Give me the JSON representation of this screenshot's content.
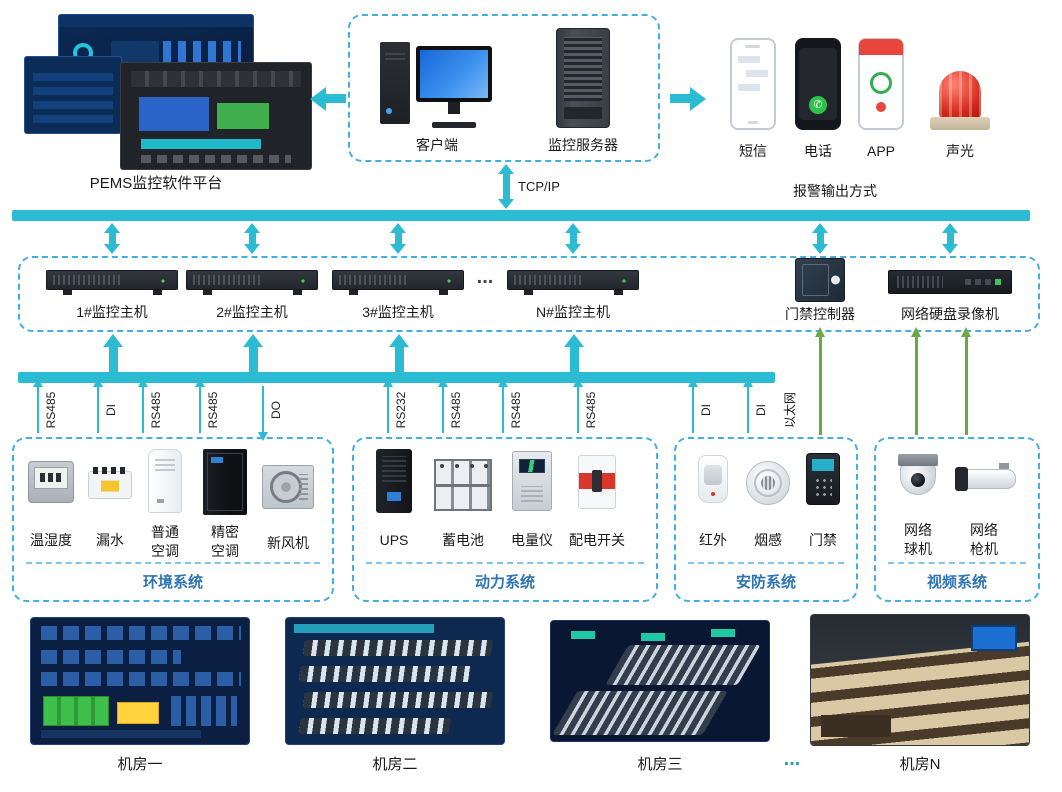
{
  "platform": {
    "label": "PEMS监控软件平台"
  },
  "control_center": {
    "client_label": "客户端",
    "server_label": "监控服务器",
    "link_label": "TCP/IP"
  },
  "alarm": {
    "title": "报警输出方式",
    "items": [
      {
        "label": "短信"
      },
      {
        "label": "电话"
      },
      {
        "label": "APP"
      },
      {
        "label": "声光"
      }
    ]
  },
  "hosts": {
    "items": [
      {
        "label": "1#监控主机"
      },
      {
        "label": "2#监控主机"
      },
      {
        "label": "3#监控主机"
      },
      {
        "label": "N#监控主机"
      }
    ],
    "ellipsis": "...",
    "access_controller_label": "门禁控制器",
    "nvr_label": "网络硬盘录像机"
  },
  "links": {
    "labels": [
      "RS485",
      "DI",
      "RS485",
      "RS485",
      "DO",
      "RS232",
      "RS485",
      "RS485",
      "RS485",
      "DI",
      "DI"
    ],
    "ethernet_label": "以太网"
  },
  "systems": {
    "environment": {
      "title": "环境系统",
      "items": [
        {
          "label": "温湿度"
        },
        {
          "label": "漏水"
        },
        {
          "label": "普通空调"
        },
        {
          "label": "精密空调"
        },
        {
          "label": "新风机"
        }
      ]
    },
    "power": {
      "title": "动力系统",
      "items": [
        {
          "label": "UPS"
        },
        {
          "label": "蓄电池"
        },
        {
          "label": "电量仪"
        },
        {
          "label": "配电开关"
        }
      ]
    },
    "security": {
      "title": "安防系统",
      "items": [
        {
          "label": "红外"
        },
        {
          "label": "烟感"
        },
        {
          "label": "门禁"
        }
      ]
    },
    "video": {
      "title": "视频系统",
      "items": [
        {
          "label": "网络球机"
        },
        {
          "label": "网络枪机"
        }
      ]
    }
  },
  "rooms": {
    "items": [
      {
        "label": "机房一"
      },
      {
        "label": "机房二"
      },
      {
        "label": "机房三"
      },
      {
        "label": "机房N"
      }
    ],
    "ellipsis": "..."
  }
}
